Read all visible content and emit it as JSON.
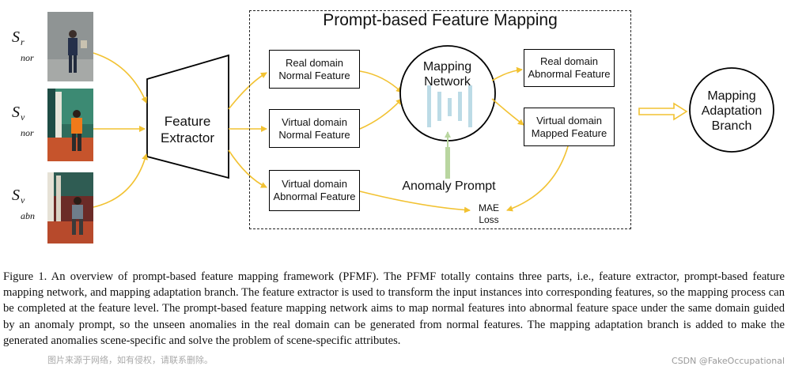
{
  "figure": {
    "title": "Prompt-based Feature Mapping",
    "inputs": [
      {
        "base": "S",
        "sup": "r",
        "sub": "nor"
      },
      {
        "base": "S",
        "sup": "v",
        "sub": "nor"
      },
      {
        "base": "S",
        "sup": "v",
        "sub": "abn"
      }
    ],
    "feature_extractor": [
      "Feature",
      "Extractor"
    ],
    "features": {
      "real_normal": [
        "Real domain",
        "Normal Feature"
      ],
      "virtual_normal": [
        "Virtual domain",
        "Normal Feature"
      ],
      "virtual_abnormal": [
        "Virtual domain",
        "Abnormal Feature"
      ]
    },
    "mapping_network": [
      "Mapping",
      "Network"
    ],
    "anomaly_prompt": "Anomaly Prompt",
    "outputs": {
      "real_abnormal": [
        "Real domain",
        "Abnormal Feature"
      ],
      "virtual_mapped": [
        "Virtual domain",
        "Mapped Feature"
      ]
    },
    "mae_loss": [
      "MAE",
      "Loss"
    ],
    "adaptation_branch": [
      "Mapping",
      "Adaptation",
      "Branch"
    ],
    "colors": {
      "arrow": "#f2c232",
      "bars": "#bcdbe6",
      "prompt_bar": "#b9d6a0",
      "border": "#000000"
    }
  },
  "caption": "Figure 1. An overview of prompt-based feature mapping framework (PFMF). The PFMF totally contains three parts, i.e., feature extractor, prompt-based feature mapping network, and mapping adaptation branch. The feature extractor is used to transform the input instances into corresponding features, so the mapping process can be completed at the feature level. The prompt-based feature mapping network aims to map normal features into abnormal feature space under the same domain guided by an anomaly prompt, so the unseen anomalies in the real domain can be generated from normal features. The mapping adaptation branch is added to make the generated anomalies scene-specific and solve the problem of scene-specific attributes.",
  "overlay_text": "图片来源于网络，如有侵权，请联系删除。",
  "watermark": "CSDN @FakeOccupational"
}
